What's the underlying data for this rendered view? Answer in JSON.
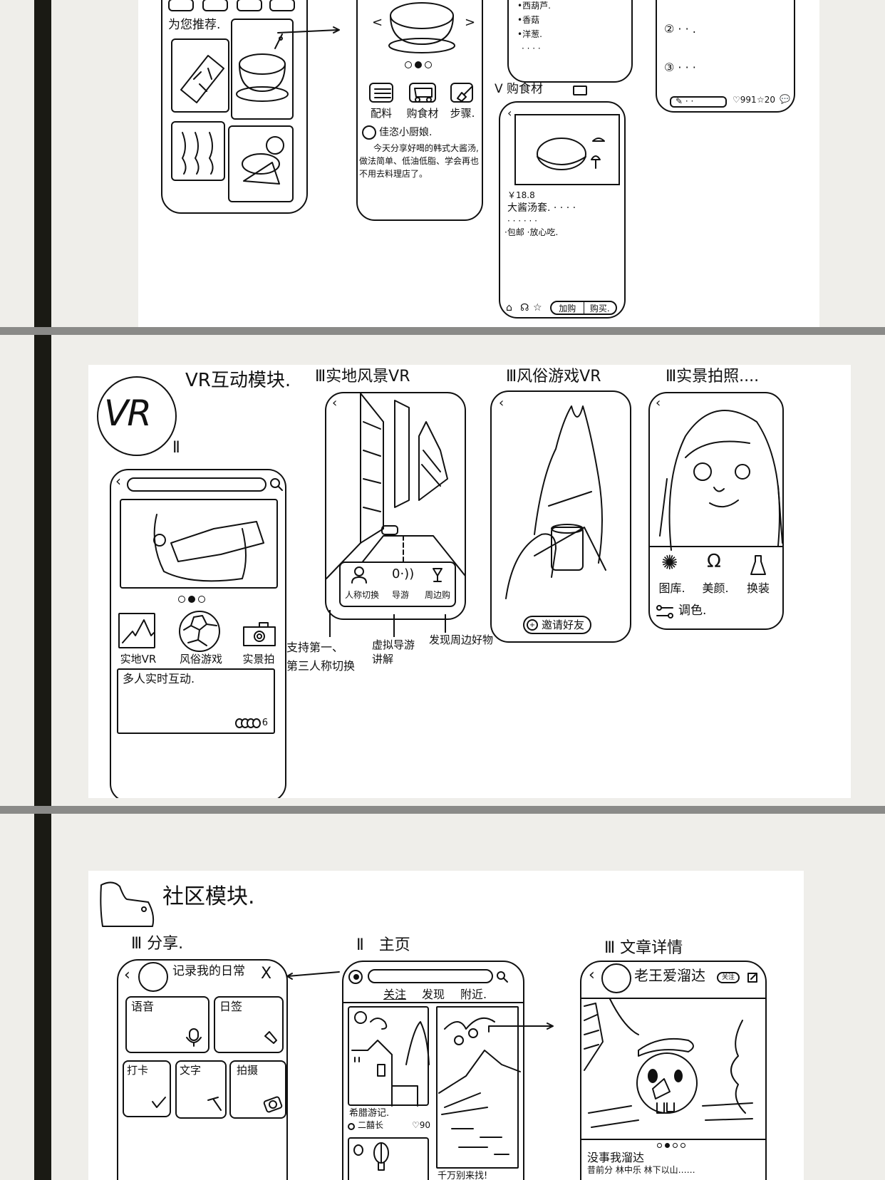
{
  "sections": {
    "food": {
      "home": {
        "recommend_title": "为您推荐."
      },
      "recipe_detail": {
        "back_icon": "<",
        "next_icon": ">",
        "carousel_active_index": 1,
        "actions": [
          {
            "label": "配料",
            "icon": "list-icon"
          },
          {
            "label": "购食材",
            "icon": "cart-icon"
          },
          {
            "label": "步骤.",
            "icon": "spatula-icon"
          }
        ],
        "author": "佳恣小厨娘.",
        "description_lines": [
          "今天分享好喝的韩式大酱汤,",
          "做法简单、低油低脂、学会再也",
          "不用去料理店了。"
        ]
      },
      "ingredients": {
        "items": [
          "•西葫芦.",
          "•香菇",
          "•洋葱.",
          "· · · ·"
        ]
      },
      "steps": {
        "items": [
          "② · · .",
          "③ · · ·"
        ],
        "comment_placeholder": "✎ · ·",
        "likes": "991",
        "stars": "20"
      },
      "buy_ingredients": {
        "title": "V 购食材",
        "price": "￥18.8",
        "product_name": "大酱汤套. · · · ·",
        "subtext": "· · · · · ·",
        "tags": "·包邮 ·放心吃.",
        "add_cart_label": "加购",
        "buy_label": "购买."
      }
    },
    "vr": {
      "logo_text": "VR",
      "module_title": "VR互动模块.",
      "home": {
        "level_label": "Ⅱ",
        "carousel_active_index": 1,
        "features": [
          {
            "label": "实地VR",
            "icon": "mountain-icon"
          },
          {
            "label": "风俗游戏",
            "icon": "ball-icon"
          },
          {
            "label": "实景拍照...",
            "icon": "camera-icon"
          }
        ],
        "multiplayer_label": "多人实时互动.",
        "online_count": "6"
      },
      "scene_vr": {
        "title": "Ⅲ实地风景VR",
        "controls": [
          {
            "label": "人称切换",
            "icon": "person-icon"
          },
          {
            "label": "导游",
            "icon": "audio-icon"
          },
          {
            "label": "周边购",
            "icon": "goblet-icon"
          }
        ],
        "notes": [
          "支持第一、\n第三人称切换",
          "虚拟导游\n讲解",
          "发现周边好物"
        ]
      },
      "custom_game_vr": {
        "title": "Ⅲ风俗游戏VR",
        "invite_label": "邀请好友"
      },
      "photo": {
        "title": "Ⅲ实景拍照....",
        "tools": [
          {
            "label": "图库.",
            "icon": "flower-icon"
          },
          {
            "label": "美颜.",
            "icon": "hair-icon"
          },
          {
            "label": "换装",
            "icon": "dress-icon"
          }
        ],
        "adjust_label": "调色."
      }
    },
    "community": {
      "module_title": "社区模块.",
      "share": {
        "title": "Ⅲ 分享.",
        "header": "记录我的日常",
        "close_icon": "X",
        "tiles": [
          {
            "label": "语音",
            "icon": "mic-icon"
          },
          {
            "label": "日签",
            "icon": "pen-icon"
          },
          {
            "label": "打卡",
            "icon": "check-icon"
          },
          {
            "label": "文字",
            "icon": "text-icon"
          },
          {
            "label": "拍摄",
            "icon": "camera-icon"
          }
        ]
      },
      "home": {
        "title": "Ⅱ   主页",
        "tabs": [
          "关注",
          "发现",
          "附近."
        ],
        "posts": [
          {
            "title": "希腊游记.",
            "author": "二囍长",
            "likes": "90"
          },
          {
            "title": "千万别来找!",
            "author": "",
            "likes": ""
          }
        ]
      },
      "article": {
        "title": "Ⅲ 文章详情",
        "author": "老王爱溜达",
        "follow_label": "关注",
        "carousel_active_index": 1,
        "post_title": "没事我溜达",
        "post_body": "昔前分 林中乐 林下以山……"
      }
    }
  }
}
